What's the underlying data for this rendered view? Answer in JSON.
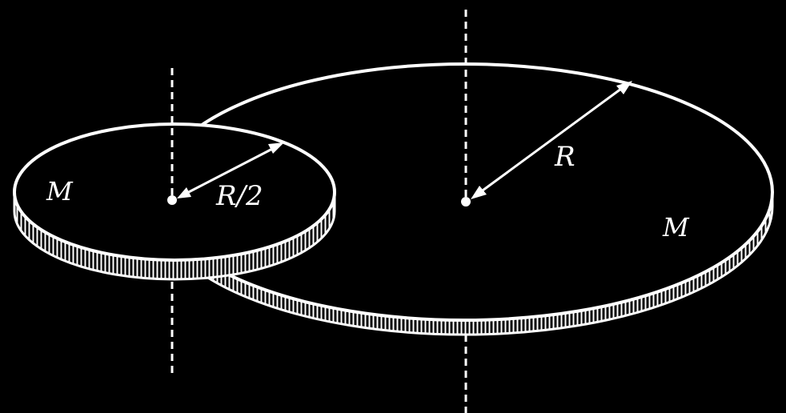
{
  "diagram": {
    "small_disk": {
      "mass_label": "M",
      "radius_label": "R/2"
    },
    "large_disk": {
      "mass_label": "M",
      "radius_label": "R"
    },
    "colors": {
      "background": "#000000",
      "stroke": "#ffffff"
    }
  }
}
